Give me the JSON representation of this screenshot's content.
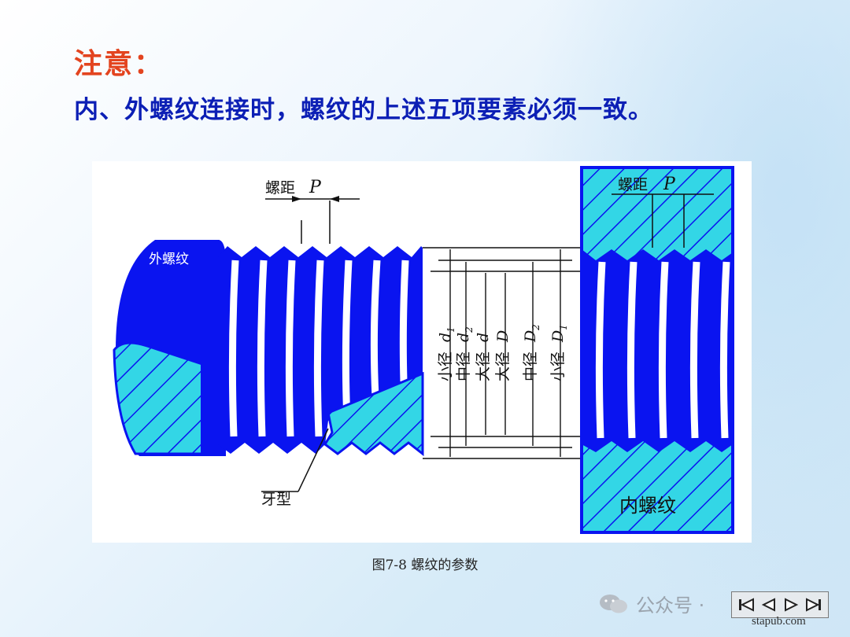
{
  "note": {
    "title": "注意：",
    "body": "内、外螺纹连接时，螺纹的上述五项要素必须一致。"
  },
  "figure": {
    "labels": {
      "pitch_left": "螺距",
      "pitch_symbol_left": "P",
      "pitch_right": "螺距",
      "pitch_symbol_right": "P",
      "external_thread": "外螺纹",
      "thread_form": "牙型",
      "internal_thread": "内螺纹"
    },
    "dimensions": [
      {
        "name": "小径",
        "symbol": "d",
        "sub": "1"
      },
      {
        "name": "中径",
        "symbol": "d",
        "sub": "2"
      },
      {
        "name": "大径",
        "symbol": "d",
        "sub": ""
      },
      {
        "name": "大径",
        "symbol": "D",
        "sub": ""
      },
      {
        "name": "中径",
        "symbol": "D",
        "sub": "2"
      },
      {
        "name": "小径",
        "symbol": "D",
        "sub": "1"
      }
    ],
    "caption": "图7-8  螺纹的参数",
    "colors": {
      "thread_blue": "#0a14f0",
      "hatch_cyan": "#33d6e6",
      "line": "#111111"
    }
  },
  "watermark": {
    "text": "公众号 ·"
  },
  "nav": {
    "buttons": [
      "first-icon",
      "prev-icon",
      "next-icon",
      "last-icon"
    ]
  },
  "site": "stapub.com"
}
